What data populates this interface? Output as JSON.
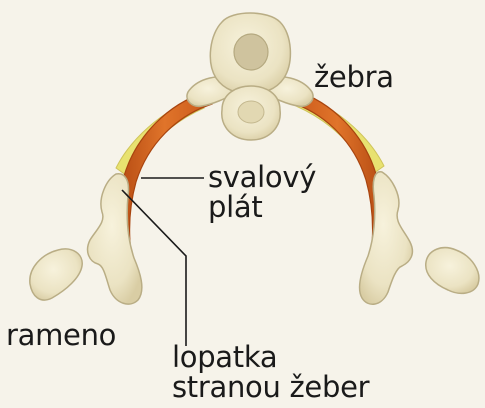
{
  "labels": {
    "ribs": "žebra",
    "muscle_line1": "svalový",
    "muscle_line2": "plát",
    "shoulder": "rameno",
    "scapula_line1": "lopatka",
    "scapula_line2": "stranou žeber"
  },
  "colors": {
    "background": "#f6f3ea",
    "bone_fill": "#ede6c8",
    "bone_stroke": "#b9ad85",
    "bone_shade": "#d7cca4",
    "canal": "#cfc39e",
    "rib_orange": "#d8661e",
    "rib_dark": "#b44a12",
    "muscle_yellow": "#e8e270",
    "leader_line": "#1a1a1a"
  }
}
